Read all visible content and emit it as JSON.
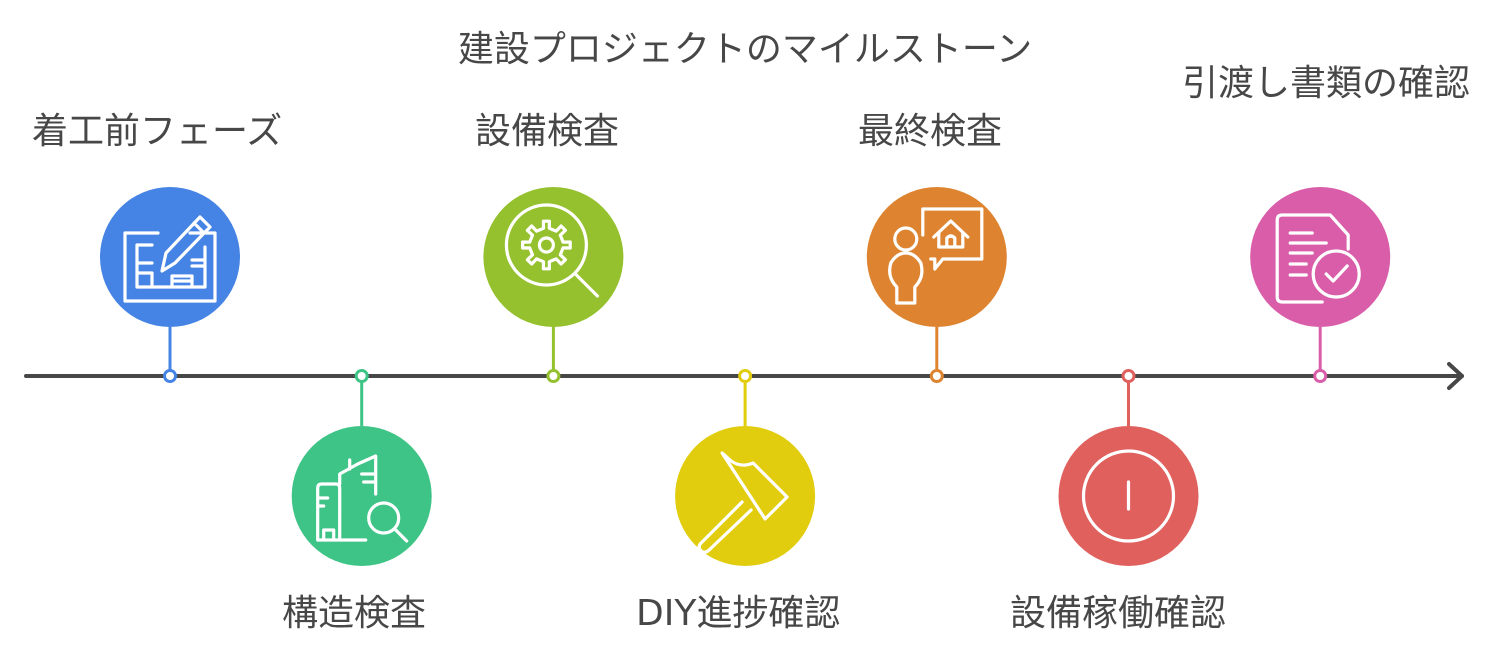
{
  "title": "建設プロジェクトのマイルストーン",
  "axis": {
    "color": "#474747",
    "arrow": "right"
  },
  "milestones": [
    {
      "label": "着工前フェーズ",
      "color": "#4584E4",
      "icon": "blueprint-pencil-icon",
      "side": "top"
    },
    {
      "label": "構造検査",
      "color": "#3EC486",
      "icon": "building-search-icon",
      "side": "bottom"
    },
    {
      "label": "設備検査",
      "color": "#95C12F",
      "icon": "gear-search-icon",
      "side": "top"
    },
    {
      "label": "DIY進捗確認",
      "color": "#E1CC0D",
      "icon": "hammer-icon",
      "side": "bottom"
    },
    {
      "label": "最終検査",
      "color": "#DE8431",
      "icon": "person-house-speech-icon",
      "side": "top"
    },
    {
      "label": "設備稼働確認",
      "color": "#E0605D",
      "icon": "power-icon",
      "side": "bottom"
    },
    {
      "label": "引渡し書類の確認",
      "color": "#D95DA8",
      "icon": "document-check-icon",
      "side": "top"
    }
  ]
}
